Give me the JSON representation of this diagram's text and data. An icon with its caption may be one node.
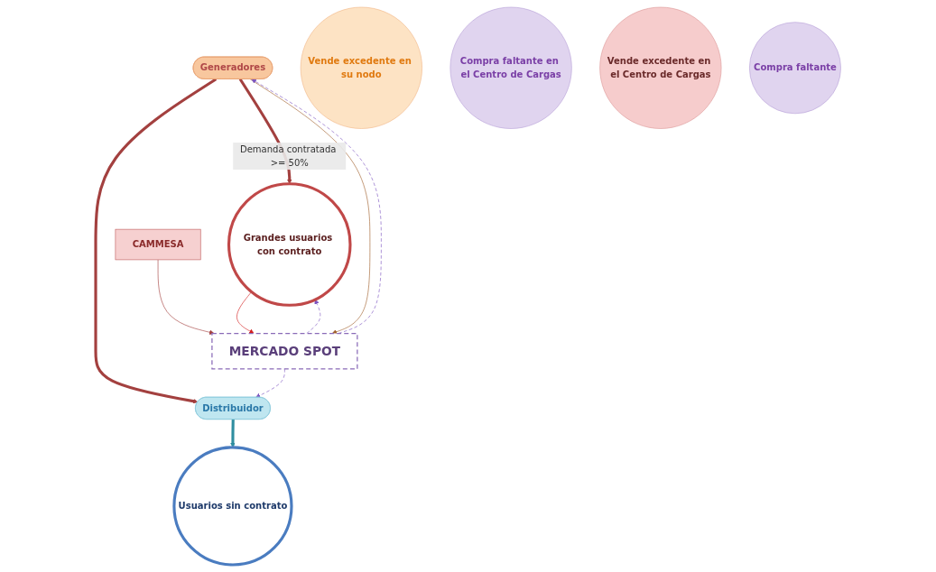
{
  "diagram": {
    "nodes": [
      {
        "text": [
          "Generadores"
        ]
      },
      {
        "text": [
          "Distribuidor"
        ]
      },
      {
        "text": [
          "Vende excedente en su nodo"
        ]
      },
      {
        "text": [
          "Compra faltante en el Centro de Cargas"
        ]
      },
      {
        "text": [
          "MERCADO SPOT"
        ]
      },
      {
        "text": [
          "Vende excedente en el Centro de Cargas"
        ]
      },
      {
        "text": [
          "Grandes usuarios con contrato"
        ]
      },
      {
        "text": [
          "Compra faltante"
        ]
      },
      {
        "text": [
          "CAMMESA"
        ]
      },
      {
        "text": [
          "Usuarios sin contrato"
        ]
      }
    ],
    "edges": [
      {
        "from": 0,
        "to": 1,
        "arrow": "to",
        "style": "thick",
        "color": "#a3403f"
      },
      {
        "from": 0,
        "to": 6,
        "arrow": "to",
        "style": "thick",
        "label": "Demanda contratada >= 50%",
        "color": "#a3403f"
      },
      {
        "from": 1,
        "to": 9,
        "arrow": "to",
        "style": "thick",
        "color": "#2f8ea0"
      },
      {
        "from": 0,
        "to": 4,
        "arrow": "to",
        "color": "#a0602d"
      },
      {
        "from": 4,
        "to": 0,
        "arrow": "to",
        "style": "dashed",
        "color": "#7d55c0"
      },
      {
        "from": 4,
        "to": 1,
        "arrow": "to",
        "style": "dashed",
        "color": "#7d55c0"
      },
      {
        "from": 6,
        "to": 4,
        "arrow": "to",
        "color": "#d42020"
      },
      {
        "from": 4,
        "to": 6,
        "arrow": "to",
        "style": "dashed",
        "color": "#7d55c0"
      },
      {
        "from": 8,
        "to": 4,
        "arrow": "to",
        "color": "#a3403f"
      }
    ]
  }
}
